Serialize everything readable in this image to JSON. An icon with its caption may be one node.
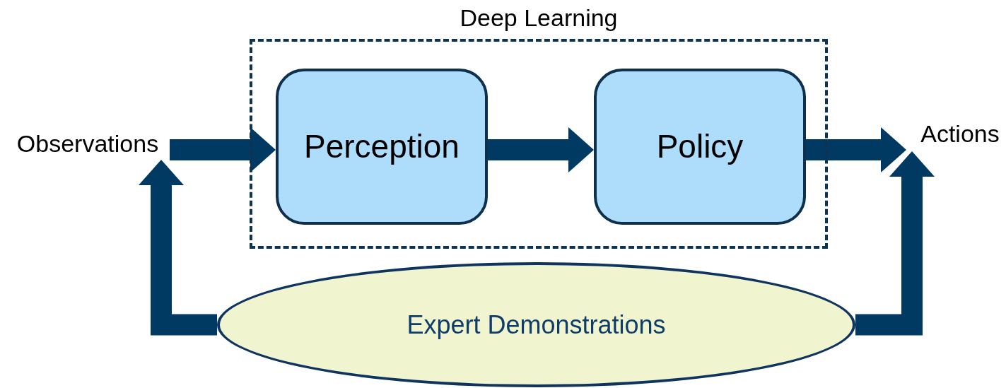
{
  "diagram": {
    "nodes": [
      {
        "text": [
          "Deep Learning"
        ]
      },
      {
        "text": [
          "Perception"
        ],
        "in": 0
      },
      {
        "text": [
          "Policy"
        ],
        "in": 0
      },
      {
        "text": [
          "Observations"
        ]
      },
      {
        "text": [
          "Actions"
        ]
      },
      {
        "text": [
          "Expert Demonstrations"
        ]
      }
    ],
    "edges": [
      {
        "from": 3,
        "to": 1,
        "arrow": "to"
      },
      {
        "from": 1,
        "to": 2,
        "arrow": "to"
      },
      {
        "from": 2,
        "to": 4,
        "arrow": "to"
      },
      {
        "from": 5,
        "to": 3,
        "arrow": "to"
      },
      {
        "from": 5,
        "to": 4,
        "arrow": "to"
      }
    ]
  }
}
